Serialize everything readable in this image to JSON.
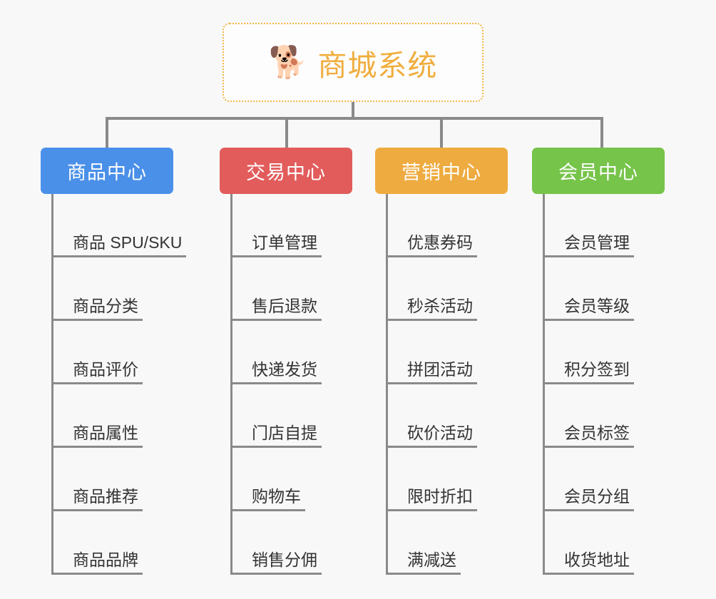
{
  "root": {
    "icon": "shiba-dog-face-icon",
    "icon_glyph": "🐕",
    "title": "商城系统"
  },
  "colors": {
    "background": "#f8f8f8",
    "root_border": "#f2b544",
    "root_text": "#f0ad3e",
    "connector": "#8a8a8a",
    "leaf_text": "#333333",
    "leaf_rule": "#8a8a8a"
  },
  "columns": [
    {
      "header": "商品中心",
      "color": "#4a90e8",
      "items": [
        "商品 SPU/SKU",
        "商品分类",
        "商品评价",
        "商品属性",
        "商品推荐",
        "商品品牌"
      ]
    },
    {
      "header": "交易中心",
      "color": "#e25c5c",
      "items": [
        "订单管理",
        "售后退款",
        "快递发货",
        "门店自提",
        "购物车",
        "销售分佣"
      ]
    },
    {
      "header": "营销中心",
      "color": "#eeab40",
      "items": [
        "优惠券码",
        "秒杀活动",
        "拼团活动",
        "砍价活动",
        "限时折扣",
        "满减送"
      ]
    },
    {
      "header": "会员中心",
      "color": "#76c44a",
      "items": [
        "会员管理",
        "会员等级",
        "积分签到",
        "会员标签",
        "会员分组",
        "收货地址"
      ]
    }
  ]
}
